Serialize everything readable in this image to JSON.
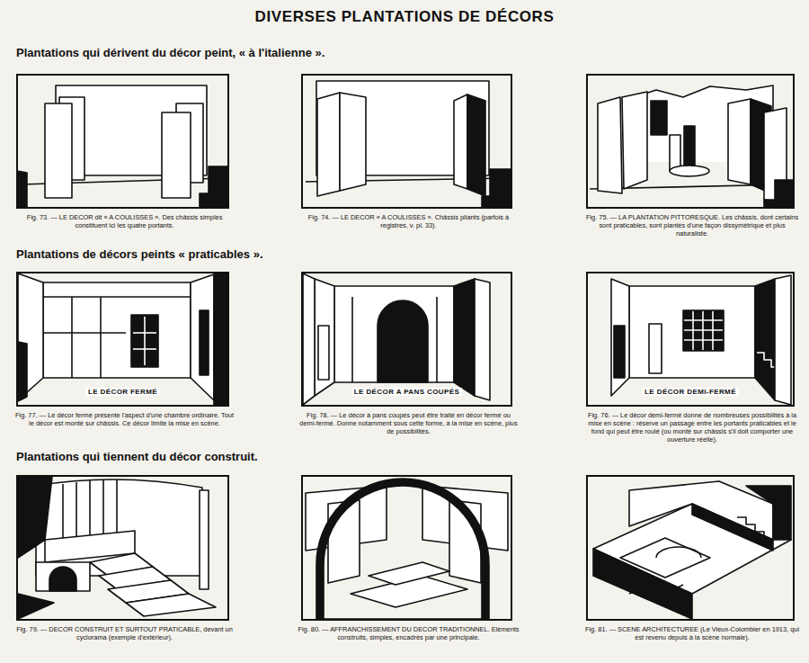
{
  "diagram": {
    "title": "DIVERSES PLANTATIONS DE DÉCORS",
    "nodes": [
      {
        "text": [
          "Fig. 73. — LE DECOR dit « A COULISSES ». Des châssis simples constituent ici les quatre portants."
        ]
      },
      {
        "text": [
          "Fig. 74. — LE DECOR « A COULISSES ». Châssis pliants (parfois à registres, v. pl. 33)."
        ]
      },
      {
        "text": [
          "Fig. 75. — LA PLANTATION PITTORESQUE. Les châssis, dont certains sont praticables, sont plantés d'une façon dissymétrique et plus naturaliste."
        ]
      },
      {
        "text": [
          "LE DÉCOR FERMÉ",
          "Fig. 77. — Le décor fermé présente l'aspect d'une chambre ordinaire. Tout le décor est monté sur châssis. Ce décor limite la mise en scène."
        ]
      },
      {
        "text": [
          "LE DÉCOR A PANS COUPÉS",
          "Fig. 78. — Le décor à pans coupés peut être traité en décor fermé ou demi-fermé. Donne notamment sous cette forme, à la mise en scène, plus de possibilités."
        ]
      },
      {
        "text": [
          "LE DÉCOR DEMI-FERMÉ",
          "Fig. 76. — Le décor demi-fermé donne de nombreuses possibilités à la mise en scène : réserve un passage entre les portants praticables et le fond qui peut être roulé (ou monté sur châssis s'il doit comporter une ouverture réelle)."
        ]
      },
      {
        "text": [
          "Fig. 79. — DECOR CONSTRUIT ET SURTOUT PRATICABLE, devant un cyclorama (exemple d'extérieur)."
        ]
      },
      {
        "text": [
          "Fig. 80. — AFFRANCHISSEMENT DU DECOR TRADITIONNEL. Eléments construits, simples, encadrés par une principale."
        ]
      },
      {
        "text": [
          "Fig. 81. — SCENE ARCHITECTUREE (Le Vieux-Colombier en 1913, qui est revenu depuis à la scène normale)."
        ]
      }
    ],
    "labels": [
      "Plantations qui dérivent du décor peint, « à l'italienne ».",
      "Plantations de décors peints « praticables ».",
      "Plantations qui tiennent du décor construit."
    ]
  }
}
